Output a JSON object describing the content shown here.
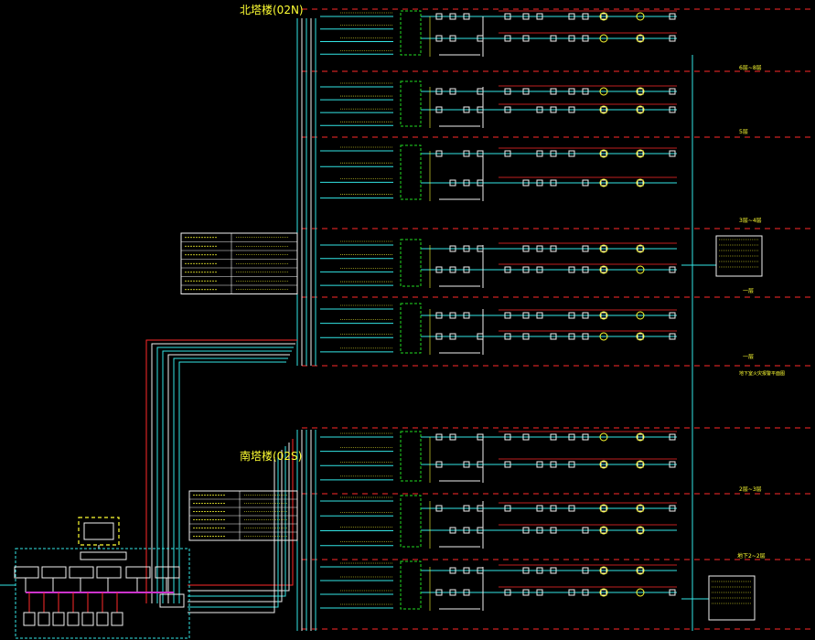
{
  "colors": {
    "background": "#000000",
    "cyan": "#33e6e6",
    "red": "#ff2a2a",
    "yellow": "#ffff33",
    "white": "#f0f0f0",
    "green": "#22dd22",
    "magenta": "#cc33cc"
  },
  "diagram": {
    "north_title": "北塔楼(02N)",
    "south_title": "南塔楼(02S)",
    "floor_labels": [
      "6层~8层",
      "5层",
      "3层~4层",
      "一层",
      "一层",
      "2层~3层",
      "地下2~2层"
    ],
    "side_notes": [
      "地下室火灾报警平面图"
    ]
  }
}
